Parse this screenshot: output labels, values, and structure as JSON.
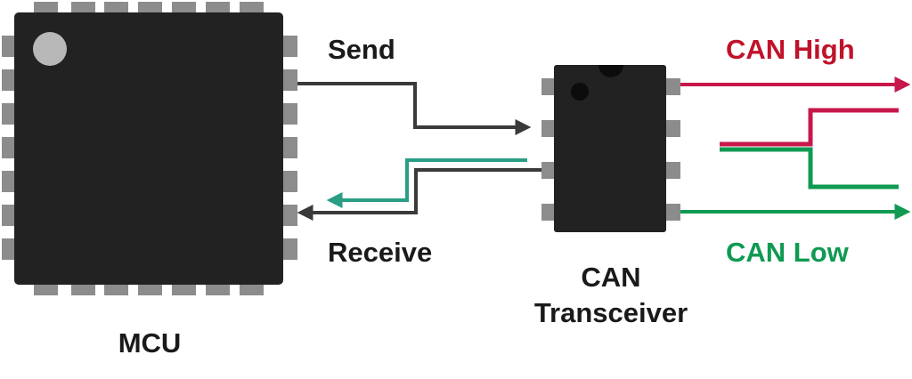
{
  "labels": {
    "mcu": "MCU",
    "transceiver_line1": "CAN",
    "transceiver_line2": "Transceiver",
    "send": "Send",
    "receive": "Receive",
    "can_high": "CAN High",
    "can_low": "CAN Low"
  },
  "colors": {
    "chip_body": "#222222",
    "chip_pin": "#8c8c8c",
    "pin1_dot": "#b8b8b8",
    "send_wire": "#3a3a3a",
    "receive_wire": "#2a9d85",
    "can_high": "#c8174a",
    "can_low": "#0f9a52",
    "label_dark": "#1a1a1a",
    "label_high": "#c0122a",
    "label_low": "#0f9a52"
  }
}
